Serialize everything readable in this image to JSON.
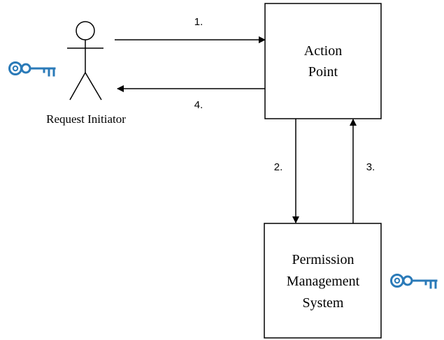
{
  "actor": {
    "label": "Request Initiator"
  },
  "nodes": {
    "action_point": {
      "lines": [
        "Action",
        "Point"
      ]
    },
    "permission_system": {
      "lines": [
        "Permission",
        "Management",
        "System"
      ]
    }
  },
  "arrows": {
    "step1": "1.",
    "step2": "2.",
    "step3": "3.",
    "step4": "4."
  },
  "icons": {
    "key_icon_name": "key-icon",
    "key_color": "#2a7ab8"
  },
  "colors": {
    "line": "#000000",
    "background": "#ffffff"
  }
}
